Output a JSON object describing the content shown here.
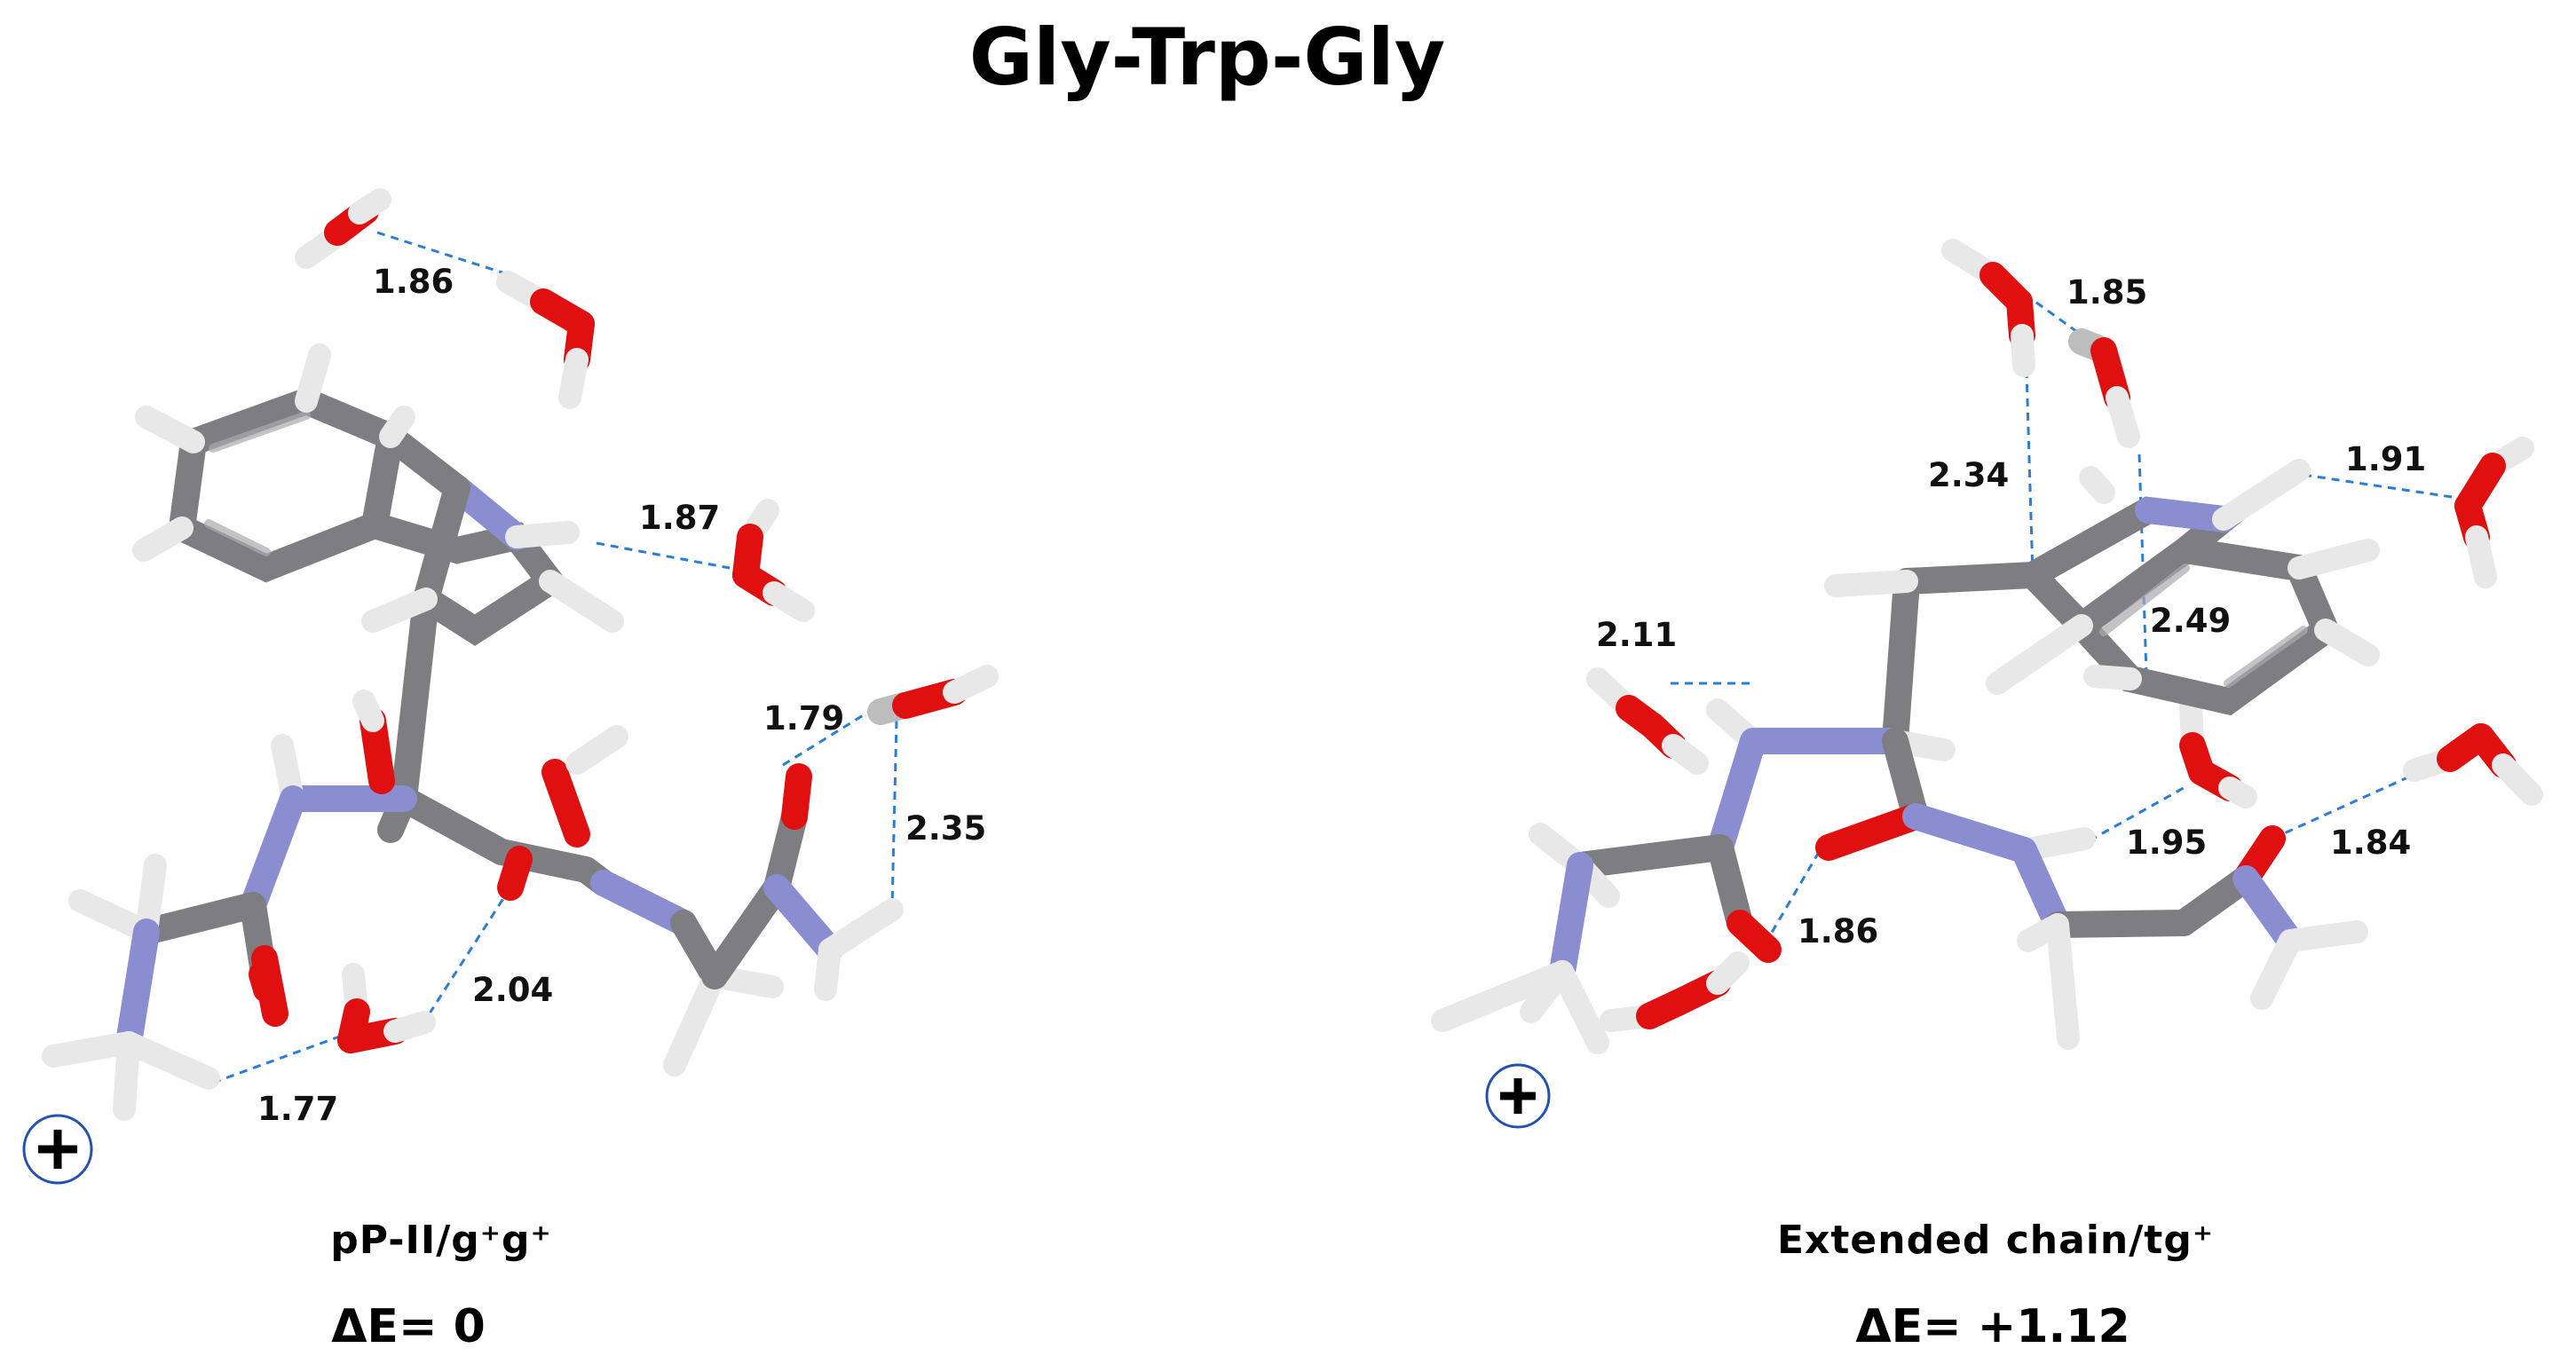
{
  "title": "Gly-Trp-Gly",
  "conformers": [
    {
      "caption": "pP-II/g⁺g⁺",
      "energy": "ΔE= 0",
      "distances": [
        "1.86",
        "1.87",
        "1.79",
        "2.35",
        "2.04",
        "1.77"
      ]
    },
    {
      "caption": "Extended chain/tg⁺",
      "energy": "ΔE= +1.12",
      "distances": [
        "1.85",
        "2.34",
        "1.91",
        "2.11",
        "2.49",
        "1.95",
        "1.84",
        "1.86"
      ]
    }
  ],
  "charge_symbol": "+",
  "colors": {
    "carbon": "#7d7d82",
    "nitrogen": "#8a8ed0",
    "oxygen": "#e01010",
    "hydrogen": "#e8e8e8",
    "hbond": "#2a7fd4"
  }
}
